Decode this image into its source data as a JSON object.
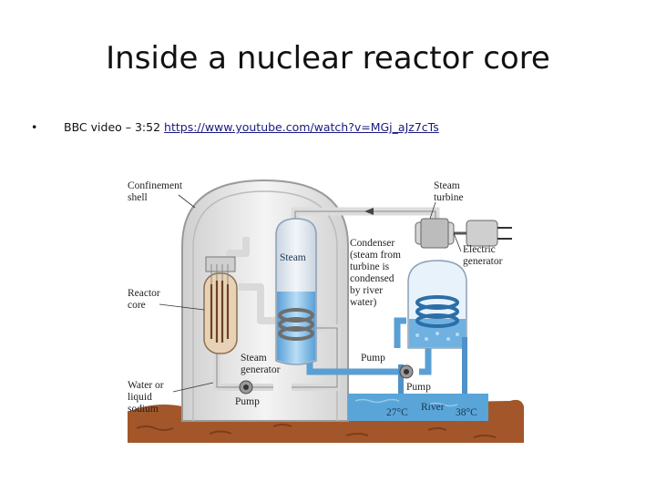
{
  "slide": {
    "title": "Inside a nuclear reactor core",
    "bullet_text": "BBC video – 3:52 ",
    "bullet_link": "https://www.youtube.com/watch?v=MGj_aJz7cTs"
  },
  "diagram": {
    "labels": {
      "confinement_1": "Confinement",
      "confinement_2": "shell",
      "steam_turbine_1": "Steam",
      "steam_turbine_2": "turbine",
      "steam": "Steam",
      "condenser": [
        "Condenser",
        "(steam from",
        "turbine is",
        "condensed",
        "by river",
        "water)"
      ],
      "electric_1": "Electric",
      "electric_2": "generator",
      "reactor_1": "Reactor",
      "reactor_2": "core",
      "sg_1": "Steam",
      "sg_2": "generator",
      "pump_right_upper": "Pump",
      "pump_right_lower": "Pump",
      "pump_bottom": "Pump",
      "water_1": "Water or",
      "water_2": "liquid",
      "water_3": "sodium",
      "river": "River",
      "temp_in": "27°C",
      "temp_out": "38°C"
    }
  }
}
